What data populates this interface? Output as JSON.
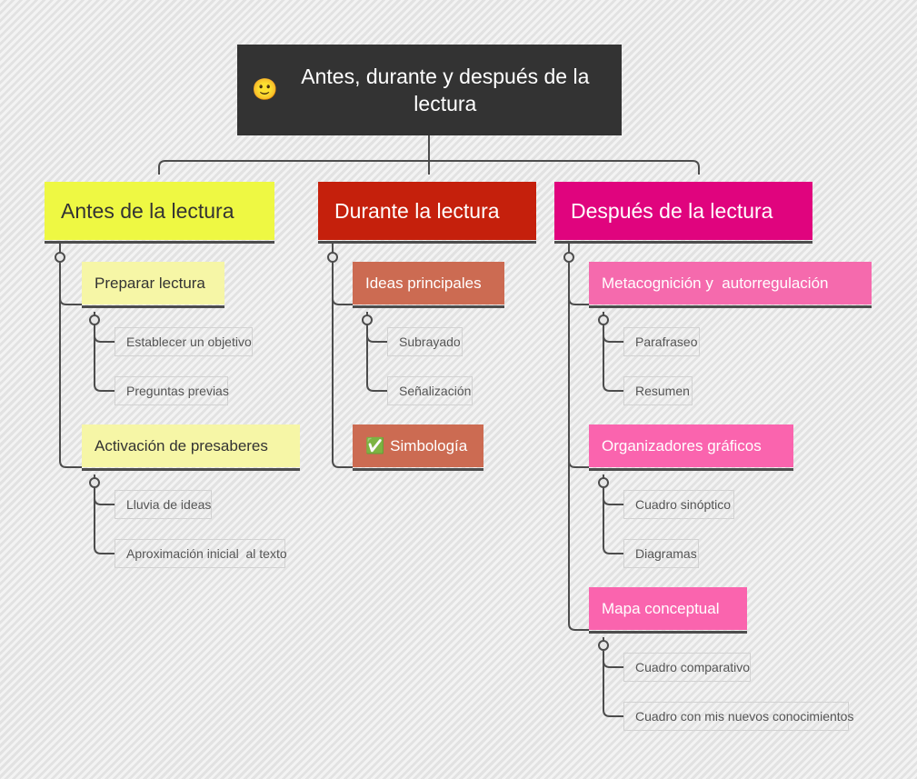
{
  "app": {
    "type": "mind-map",
    "background_color": "#e5e5e5",
    "connector_color": "#4d4d4d"
  },
  "root": {
    "emoji": "🙂",
    "emoji_name": "slightly-smiling-face",
    "label": "Antes, durante y después de la lectura",
    "color": "#333333",
    "text_color": "#ffffff"
  },
  "branches": [
    {
      "label": "Antes de la lectura",
      "color": "#eef843",
      "text_color": "#333333",
      "children": [
        {
          "label": "Preparar lectura",
          "color": "#f6f6a6",
          "text_color": "#333333",
          "children": [
            {
              "label": "Establecer un objetivo"
            },
            {
              "label": "Preguntas previas"
            }
          ]
        },
        {
          "label": "Activación de presaberes",
          "color": "#f6f6a6",
          "text_color": "#333333",
          "children": [
            {
              "label": "Lluvia de ideas"
            },
            {
              "label": "Aproximación inicial  al texto"
            }
          ]
        }
      ]
    },
    {
      "label": "Durante la lectura",
      "color": "#c5200c",
      "text_color": "#ffffff",
      "children": [
        {
          "label": "Ideas principales",
          "color": "#cc6b52",
          "text_color": "#ffffff",
          "children": [
            {
              "label": "Subrayado"
            },
            {
              "label": "Señalización"
            }
          ]
        },
        {
          "emoji": "✅",
          "emoji_name": "check-mark-button",
          "label": "Simbología",
          "color": "#cc6b52",
          "text_color": "#ffffff",
          "children": []
        }
      ]
    },
    {
      "label": "Después de la lectura",
      "color": "#e0047e",
      "text_color": "#ffffff",
      "children": [
        {
          "label": "Metacognición y  autorregulación",
          "color": "#f56aad",
          "text_color": "#ffffff",
          "children": [
            {
              "label": "Parafraseo"
            },
            {
              "label": "Resumen"
            }
          ]
        },
        {
          "label": "Organizadores gráficos",
          "color": "#fa64ae",
          "text_color": "#ffffff",
          "children": [
            {
              "label": "Cuadro sinóptico"
            },
            {
              "label": "Diagramas"
            }
          ]
        },
        {
          "label": "Mapa conceptual",
          "color": "#fa64ae",
          "text_color": "#ffffff",
          "children": [
            {
              "label": "Cuadro comparativo"
            },
            {
              "label": "Cuadro con mis nuevos conocimientos"
            }
          ]
        }
      ]
    }
  ]
}
